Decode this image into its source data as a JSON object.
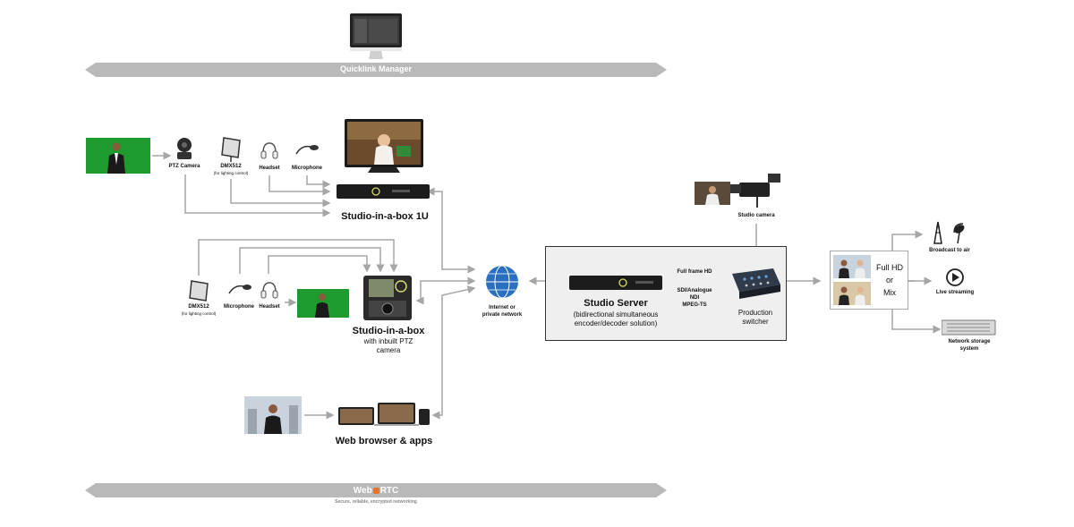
{
  "top_banner": {
    "label": "Quicklink Manager"
  },
  "bottom_banner": {
    "logo_web": "Web",
    "logo_rtc": "RTC",
    "tagline": "Secure, reliable, encrypted networking"
  },
  "left_top": {
    "ptz_camera": "PTZ Camera",
    "dmx": "DMX512",
    "dmx_note": "(for lighting control)",
    "headset": "Headset",
    "microphone": "Microphone",
    "device_title": "Studio-in-a-box 1U"
  },
  "left_mid": {
    "dmx": "DMX512",
    "dmx_note": "(for lighting control)",
    "microphone": "Microphone",
    "headset": "Headset",
    "device_title": "Studio-in-a-box",
    "device_sub_1": "with inbuilt PTZ",
    "device_sub_2": "camera"
  },
  "left_bottom": {
    "title": "Web browser & apps"
  },
  "network": {
    "line1": "Internet or",
    "line2": "private network"
  },
  "server_box": {
    "server_title": "Studio Server",
    "server_sub_1": "(bidirectional simultaneous",
    "server_sub_2": "encoder/decoder solution)",
    "link_top": "Full frame HD",
    "link_1": "SDI/Analogue",
    "link_2": "NDI",
    "link_3": "MPEG-TS",
    "switcher_1": "Production",
    "switcher_2": "switcher",
    "studio_camera": "Studio camera"
  },
  "output_box": {
    "line1": "Full HD",
    "line2": "or",
    "line3": "Mix"
  },
  "outputs": {
    "broadcast": "Broadcast to air",
    "streaming": "Live streaming",
    "storage_1": "Network storage",
    "storage_2": "system"
  },
  "colors": {
    "banner": "#b9b9b9",
    "line": "#a6a6a6",
    "green_screen": "#1f9a2e",
    "globe": "#2a6fc0"
  }
}
